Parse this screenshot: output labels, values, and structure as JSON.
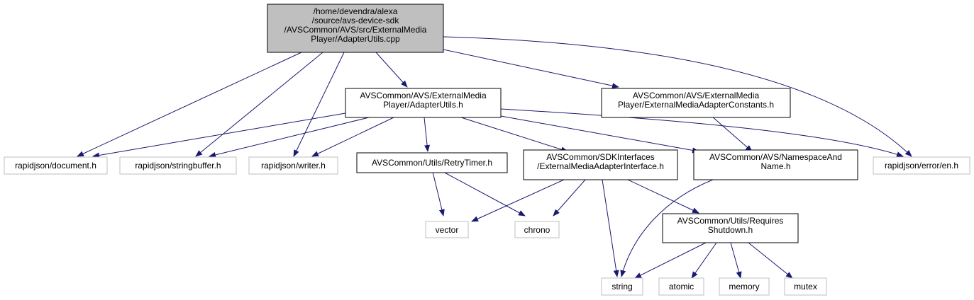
{
  "colors": {
    "edge": "#191970",
    "root_fill": "#bfbfbf",
    "node_border": "#000000",
    "external_border": "#bfbfbf",
    "external_text": "#000000",
    "background": "#ffffff"
  },
  "nodes": {
    "root": {
      "lines": [
        "/home/devendra/alexa",
        "/source/avs-device-sdk",
        "/AVSCommon/AVS/src/ExternalMedia",
        "Player/AdapterUtils.cpp"
      ]
    },
    "adapter_utils_h": {
      "lines": [
        "AVSCommon/AVS/ExternalMedia",
        "Player/AdapterUtils.h"
      ]
    },
    "adapter_constants_h": {
      "lines": [
        "AVSCommon/AVS/ExternalMedia",
        "Player/ExternalMediaAdapterConstants.h"
      ]
    },
    "document_h": {
      "lines": [
        "rapidjson/document.h"
      ]
    },
    "stringbuffer_h": {
      "lines": [
        "rapidjson/stringbuffer.h"
      ]
    },
    "writer_h": {
      "lines": [
        "rapidjson/writer.h"
      ]
    },
    "retry_timer_h": {
      "lines": [
        "AVSCommon/Utils/RetryTimer.h"
      ]
    },
    "media_adapter_interface_h": {
      "lines": [
        "AVSCommon/SDKInterfaces",
        "/ExternalMediaAdapterInterface.h"
      ]
    },
    "namespace_and_name_h": {
      "lines": [
        "AVSCommon/AVS/NamespaceAnd",
        "Name.h"
      ]
    },
    "error_en_h": {
      "lines": [
        "rapidjson/error/en.h"
      ]
    },
    "vector": {
      "lines": [
        "vector"
      ]
    },
    "chrono": {
      "lines": [
        "chrono"
      ]
    },
    "requires_shutdown_h": {
      "lines": [
        "AVSCommon/Utils/Requires",
        "Shutdown.h"
      ]
    },
    "string": {
      "lines": [
        "string"
      ]
    },
    "atomic": {
      "lines": [
        "atomic"
      ]
    },
    "memory": {
      "lines": [
        "memory"
      ]
    },
    "mutex": {
      "lines": [
        "mutex"
      ]
    }
  }
}
